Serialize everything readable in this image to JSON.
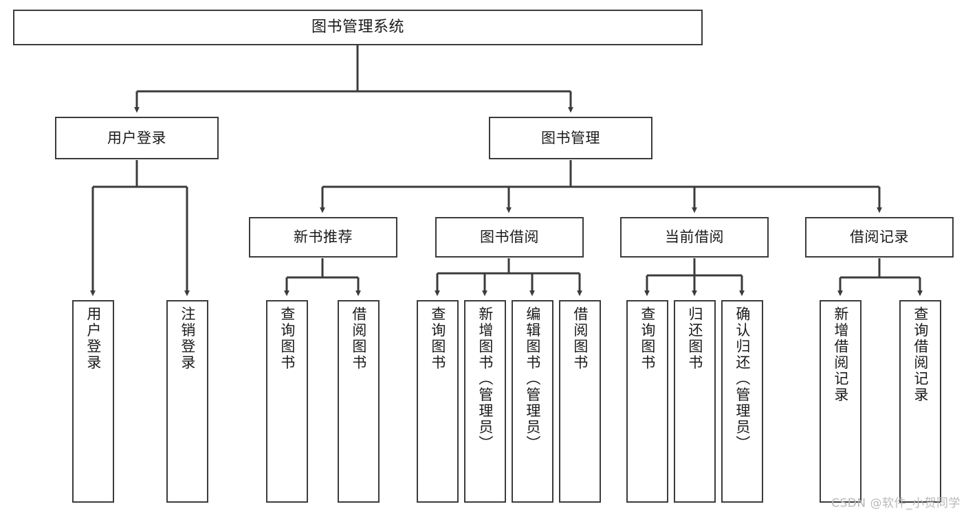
{
  "diagram": {
    "type": "tree-hierarchy",
    "title": "图书管理系统",
    "root": {
      "id": "root",
      "label": "图书管理系统"
    },
    "level2": [
      {
        "id": "user-login",
        "label": "用户登录"
      },
      {
        "id": "book-manage",
        "label": "图书管理"
      }
    ],
    "level3": [
      {
        "id": "new-book-recommend",
        "label": "新书推荐",
        "parent": "book-manage"
      },
      {
        "id": "book-borrow",
        "label": "图书借阅",
        "parent": "book-manage"
      },
      {
        "id": "current-borrow",
        "label": "当前借阅",
        "parent": "book-manage"
      },
      {
        "id": "borrow-record",
        "label": "借阅记录",
        "parent": "book-manage"
      }
    ],
    "leaves": [
      {
        "id": "leaf-user-login",
        "label": "用户登录",
        "parent": "user-login"
      },
      {
        "id": "leaf-user-logout",
        "label": "注销登录",
        "parent": "user-login"
      },
      {
        "id": "leaf-query-book-1",
        "label": "查询图书",
        "parent": "new-book-recommend"
      },
      {
        "id": "leaf-borrow-book-1",
        "label": "借阅图书",
        "parent": "new-book-recommend"
      },
      {
        "id": "leaf-query-book-2",
        "label": "查询图书",
        "parent": "book-borrow"
      },
      {
        "id": "leaf-add-book",
        "label": "新增图书（管理员）",
        "parent": "book-borrow"
      },
      {
        "id": "leaf-edit-book",
        "label": "编辑图书（管理员）",
        "parent": "book-borrow"
      },
      {
        "id": "leaf-borrow-book-2",
        "label": "借阅图书",
        "parent": "book-borrow"
      },
      {
        "id": "leaf-query-book-3",
        "label": "查询图书",
        "parent": "current-borrow"
      },
      {
        "id": "leaf-return-book",
        "label": "归还图书",
        "parent": "current-borrow"
      },
      {
        "id": "leaf-confirm-return",
        "label": "确认归还（管理员）",
        "parent": "current-borrow"
      },
      {
        "id": "leaf-add-record",
        "label": "新增借阅记录",
        "parent": "borrow-record"
      },
      {
        "id": "leaf-query-record",
        "label": "查询借阅记录",
        "parent": "borrow-record"
      }
    ]
  },
  "watermark": {
    "text": "CSDN @软件_小贺同学"
  },
  "colors": {
    "stroke": "#3b3b3b",
    "background": "#ffffff",
    "text": "#1a1a1a",
    "watermark": "#b9b9b9"
  }
}
